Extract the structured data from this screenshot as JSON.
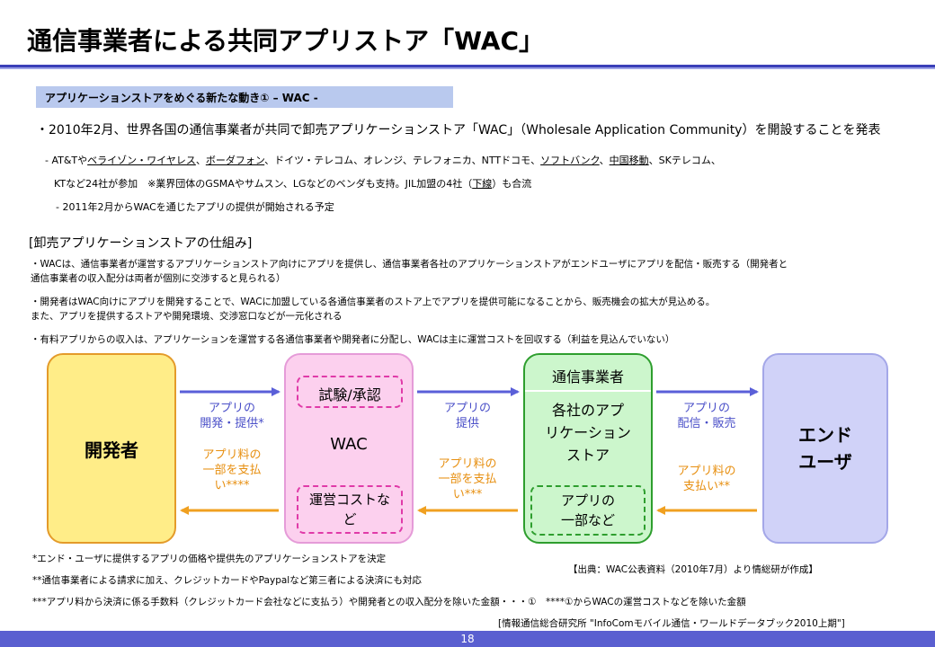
{
  "title": "通信事業者による共同アプリストア「WAC」",
  "section_header": "アプリケーションストアをめぐる新たな動き① – WAC -",
  "bullet_main": "・2010年2月、世界各国の通信事業者が共同で卸売アプリケーションストア「WAC」（Wholesale Application Community）を開設することを発表",
  "carriers_line1": {
    "prefix": "- AT&Tや",
    "verizon": "ベライゾン・ワイヤレス",
    "sep1": "、",
    "vodafone": "ボーダフォン",
    "mid": "、ドイツ・テレコム、オレンジ、テレフォニカ、NTTドコモ、",
    "softbank": "ソフトバンク",
    "sep2": "、",
    "chinamobile": "中国移動",
    "suffix": "、SKテレコム、"
  },
  "carriers_line2": {
    "prefix": "KTなど24社が参加　※業界団体のGSMAやサムスン、LGなどのベンダも支持。JIL加盟の4社（",
    "underline": "下線",
    "suffix": "）も合流"
  },
  "launch_line": "- 2011年2月からWACを通じたアプリの提供が開始される予定",
  "mechanism": {
    "heading": "[卸売アプリケーションストアの仕組み]",
    "p1_line1": "・WACは、通信事業者が運営するアプリケーションストア向けにアプリを提供し、通信事業者各社のアプリケーションストアがエンドユーザにアプリを配信・販売する（開発者と",
    "p1_line2": "通信事業者の収入配分は両者が個別に交渉すると見られる）",
    "p2_line1": "・開発者はWAC向けにアプリを開発することで、WACに加盟している各通信事業者のストア上でアプリを提供可能になることから、販売機会の拡大が見込める。",
    "p2_line2": "また、アプリを提供するストアや開発環境、交渉窓口などが一元化される",
    "p3_line1": "・有料アプリからの収入は、アプリケーションを運営する各通信事業者や開発者に分配し、WACは主に運営コストを回収する（利益を見込んでいない）"
  },
  "diagram": {
    "developer": "開発者",
    "wac": "WAC",
    "wac_top": "試験/承認",
    "wac_bottom": [
      "運営コストな",
      "ど"
    ],
    "carrier_head": "通信事業者",
    "carrier_body": [
      "各社のアプ",
      "リケーション",
      "ストア"
    ],
    "carrier_bottom": [
      "アプリの",
      "一部など"
    ],
    "end_user": [
      "エンド",
      "ユーザ"
    ],
    "arrow1_top": [
      "アプリの",
      "開発・提供*"
    ],
    "arrow1_bottom": [
      "アプリ料の",
      "一部を支払",
      "い****"
    ],
    "arrow2_top": [
      "アプリの",
      "提供"
    ],
    "arrow2_bottom": [
      "アプリ料の",
      "一部を支払",
      "い***"
    ],
    "arrow3_top": [
      "アプリの",
      "配信・販売"
    ],
    "arrow3_bottom": [
      "アプリ料の",
      "支払い**"
    ],
    "colors": {
      "blue_arrow": "#5a5fd8",
      "orange_arrow": "#f0a020"
    }
  },
  "notes": {
    "n1": "*エンド・ユーザに提供するアプリの価格や提供先のアプリケーションストアを決定",
    "n2": "**通信事業者による請求に加え、クレジットカードやPaypalなど第三者による決済にも対応",
    "n3": "***アプリ料から決済に係る手数料（クレジットカード会社などに支払う）や開発者との収入配分を除いた金額・・・①　****①からWACの運営コストなどを除いた金額"
  },
  "source1": "【出典：WAC公表資料（2010年7月）より情総研が作成】",
  "source2": "[情報通信総合研究所 \"InfoComモバイル通信・ワールドデータブック2010上期\"]",
  "page_number": "18"
}
